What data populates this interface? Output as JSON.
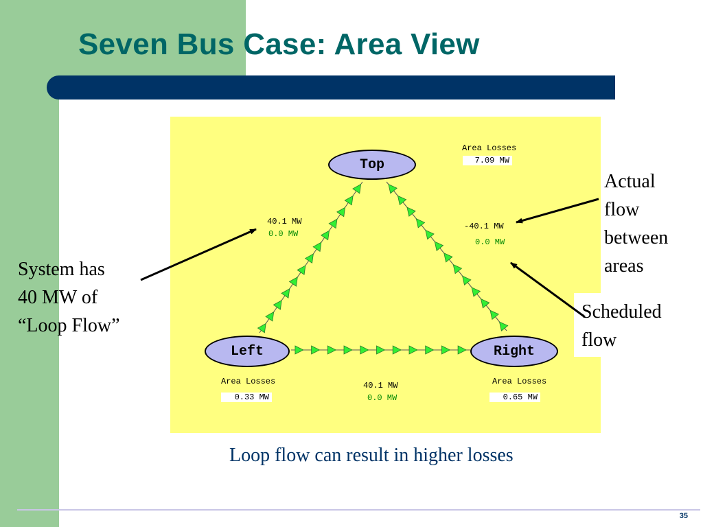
{
  "slide": {
    "title": "Seven Bus Case: Area View",
    "caption": "Loop flow can result in higher losses",
    "page_number": "35"
  },
  "areas": {
    "top": {
      "name": "Top",
      "losses_label": "Area Losses",
      "losses_value": "7.09 MW"
    },
    "left": {
      "name": "Left",
      "losses_label": "Area Losses",
      "losses_value": "0.33 MW"
    },
    "right": {
      "name": "Right",
      "losses_label": "Area Losses",
      "losses_value": "0.65 MW"
    }
  },
  "flows": {
    "left_top": {
      "actual": "40.1 MW",
      "scheduled": "0.0 MW"
    },
    "top_right": {
      "actual": "-40.1 MW",
      "scheduled": "0.0 MW"
    },
    "left_right": {
      "actual": "40.1 MW",
      "scheduled": "0.0 MW"
    }
  },
  "annotations": {
    "loop_flow": [
      "System has",
      "40 MW of",
      "“Loop Flow”"
    ],
    "actual_flow": [
      "Actual",
      "flow",
      "between",
      "areas"
    ],
    "scheduled_flow": [
      "Scheduled",
      "flow"
    ]
  },
  "colors": {
    "title": "#006666",
    "bar": "#003366",
    "side_band": "#99cc99",
    "diagram_bg": "#ffff80",
    "area_node": "#b8b8f0",
    "arrow_fill": "#33ee33",
    "scheduled_text": "#008800"
  }
}
